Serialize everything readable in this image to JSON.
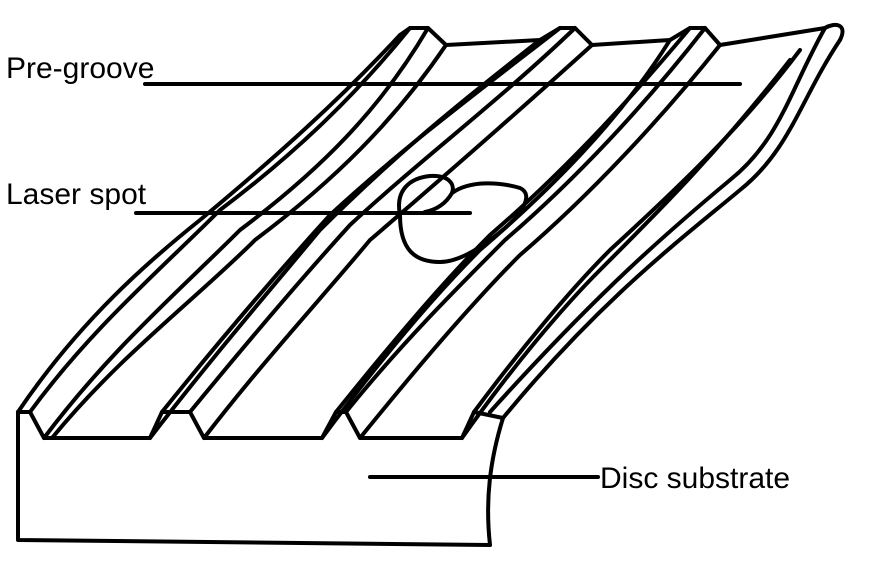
{
  "labels": {
    "pre_groove": "Pre-groove",
    "laser_spot": "Laser spot",
    "disc_substrate": "Disc substrate"
  },
  "colors": {
    "ink": "#000000",
    "background": "#ffffff"
  }
}
